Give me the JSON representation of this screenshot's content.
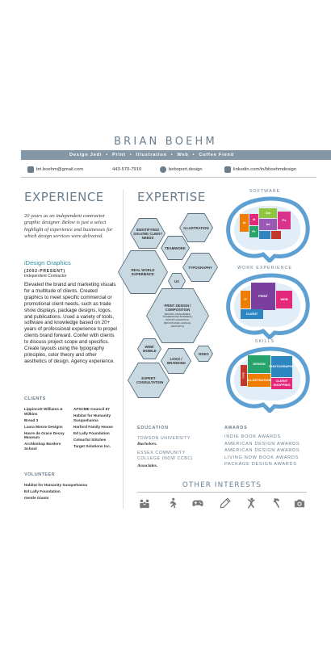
{
  "name": "BRIAN BOEHM",
  "roles": [
    "Design Jedi",
    "Print",
    "Illustration",
    "Web",
    "Coffee Fiend"
  ],
  "role_separator": "•",
  "contact": {
    "email": "bri.boehm@gmail.com",
    "phone": "443-570-7910",
    "handle": "beboport.design",
    "linkedin": "linkedin.com/in/bboehmdesign"
  },
  "experience": {
    "heading": "EXPERIENCE",
    "intro": "20 years as an independent contractor graphic designer. Below is just a select highlight of experience and businesses for which design services were delivered.",
    "job_title": "iDesign Graphics",
    "job_dates": "(2002-PRESENT)",
    "job_role": "Independent Contractor",
    "job_description": "Elevated the brand and marketing visuals for a multitude of clients. Created graphics to meet specific commercial or promotional client needs, such as trade show displays, package designs, logos, and publications. Used a variety of tools, software and knowledge based on 20+ years of professional experience to propel clients brand forward. Confer with clients to discuss project scope and specifics. Create layouts using the typography principles, color theory and other aesthetics of design. Agency experience."
  },
  "clients": {
    "heading": "CLIENTS",
    "col1": [
      "Lippincott Williams & Wilkins",
      "Bread 3",
      "Laura Moore Designs",
      "Havre de Grace Decoy Museum",
      "Archbishop Borders School"
    ],
    "col2": [
      "AFSCME Council 67",
      "Habitat for Humanity Susquehanna",
      "Harford Family House",
      "Ed Lally Foundation",
      "Colourful Stitches",
      "Target Solutions Inc."
    ]
  },
  "volunteer": {
    "heading": "VOLUNTEER",
    "items": [
      "Habitat for Humanity Susquehanna",
      "Ed Lally Foundation",
      "Gentle Giants"
    ]
  },
  "expertise": {
    "heading": "EXPERTISE",
    "hexes": {
      "identifying": "IDENTIFYING/ SOLVING CLIENT NEEDS",
      "illustration": "ILLUSTRATION",
      "teamwork": "TEAMWORK",
      "real_world": "REAL WORLD EXPERIENCE",
      "typography": "TYPOGRAPHY",
      "ux": "UX",
      "print": "PRINT DESIGN / COMPOSITION",
      "print_sub": "(BOOKS, MAGAZINES, TRADESHOW BANNERS, BOOTH GRAPHICS, BROCHURES, ANNUAL REPORTS)",
      "web_mobile": "WEB/ MOBILE",
      "logo": "LOGO / BRANDING",
      "video": "VIDEO",
      "expert": "EXPERT CONSULTATION"
    }
  },
  "brains": {
    "software_label": "SOFTWARE",
    "software_tiles": [
      "Ai",
      "Id",
      "Ps",
      "Dw",
      "Ae",
      "Pr"
    ],
    "work_label": "WORK EXPERIENCE",
    "work_tiles": [
      "IT",
      "PRINT",
      "WEB",
      "CLIENT"
    ],
    "skills_label": "SKILLS",
    "skills_tiles": [
      "DESIGN",
      "PHOTOGRAPHY",
      "ILLUSTRATION",
      "CLIENT SHOPPING",
      "TYPE"
    ]
  },
  "education": {
    "heading": "EDUCATION",
    "school1": "TOWSON UNIVERSITY",
    "degree1": "Bachelors.",
    "school2": "ESSEX COMMUNITY COLLEGE (NOW CCBC)",
    "degree2": "Associates."
  },
  "awards": {
    "heading": "AWARDS",
    "items": [
      "INDIE BOOK AWARDS",
      "AMERICAN DESIGN AWARDS",
      "AMERICAN DESIGN AWARDS",
      "LIVING NOW BOOK AWARDS",
      "PACKAGE DESIGN AWARDS"
    ]
  },
  "other_interests": {
    "heading": "OTHER INTERESTS",
    "icons": [
      "family-icon",
      "running-icon",
      "gamepad-icon",
      "pencil-icon",
      "climbing-icon",
      "hammer-icon",
      "camera-icon"
    ]
  },
  "colors": {
    "slate": "#6b7e8e",
    "band": "#8596a4",
    "teal": "#2e8ea4",
    "hex_fill": "#c9d9e1",
    "brain_outline": "#5fa0d3"
  }
}
